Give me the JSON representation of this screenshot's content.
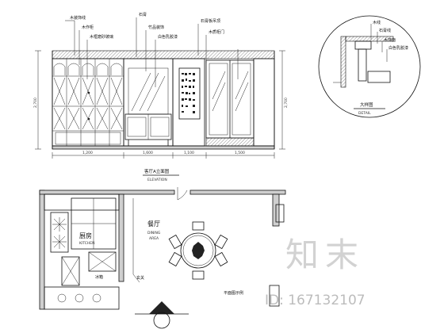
{
  "elevation": {
    "callouts": [
      "木装饰线",
      "木作柜",
      "石膏",
      "竹品装饰",
      "白色乳胶漆",
      "石膏板吊顶",
      "木质柜门",
      "木框磨砂玻璃"
    ],
    "dims_bottom": [
      "1,200",
      "1,600",
      "1,100",
      "1,500"
    ],
    "dims_height": [
      "2,700",
      "2,700"
    ],
    "title": "客厅A立面图",
    "subtitle": "ELEVATION"
  },
  "detail": {
    "labels": [
      "木线",
      "石膏线",
      "木饰面",
      "白色乳胶漆"
    ],
    "title": "大样图",
    "subtitle": "DETAIL"
  },
  "plan": {
    "kitchen_cn": "厨房",
    "kitchen_en": "KITCHEN",
    "dining_cn": "餐厅",
    "dining_en": "DINING",
    "dining_en2": "AREA",
    "fridge": "冰箱",
    "note1": "玄关",
    "note2": "平面图示例"
  },
  "watermark": {
    "brand": "知末",
    "id": "ID: 167132107"
  }
}
